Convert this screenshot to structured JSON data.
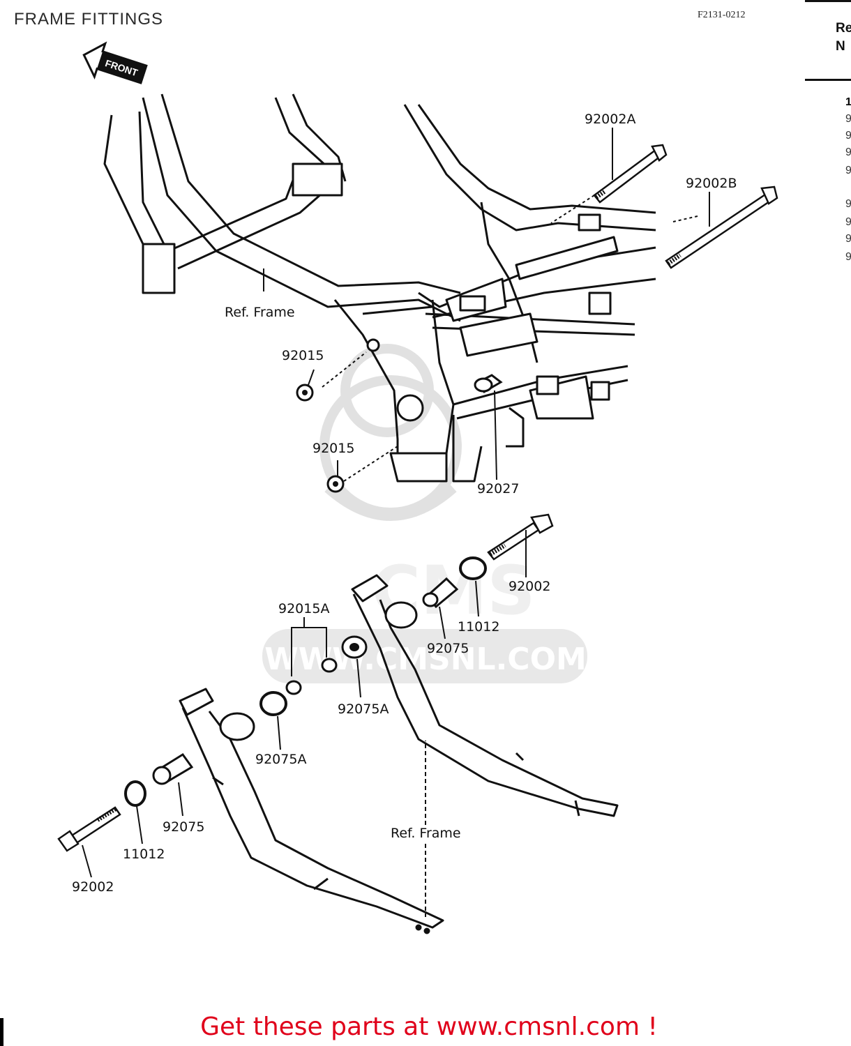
{
  "header": {
    "title": "FRAME FITTINGS",
    "ref_code": "F2131-0212"
  },
  "front_arrow": {
    "label": "FRONT"
  },
  "right_table_fragment": {
    "col_header_line1": "Re",
    "col_header_line2": "N",
    "first_row_digit": "1",
    "row_digits": [
      "9",
      "9",
      "9",
      "9",
      "9",
      "9",
      "9",
      "9"
    ]
  },
  "callouts": {
    "p92002A": "92002A",
    "p92002B": "92002B",
    "ref_frame_top": "Ref. Frame",
    "p92015_a": "92015",
    "p92015_b": "92015",
    "p92027": "92027",
    "p92002_right": "92002",
    "p11012_right": "11012",
    "p92075_right": "92075",
    "p92015A": "92015A",
    "p92075A_right": "92075A",
    "p92075A_left": "92075A",
    "p92075_left": "92075",
    "p11012_left": "11012",
    "p92002_left": "92002",
    "ref_frame_bottom": "Ref. Frame"
  },
  "watermark": {
    "text": "WWW.CMSNL.COM",
    "logo_text": "CMS"
  },
  "footer": {
    "text": "Get these parts at www.cmsnl.com !"
  },
  "colors": {
    "line": "#111111",
    "footer_red": "#e0001a",
    "watermark": "#cfcfcf"
  }
}
